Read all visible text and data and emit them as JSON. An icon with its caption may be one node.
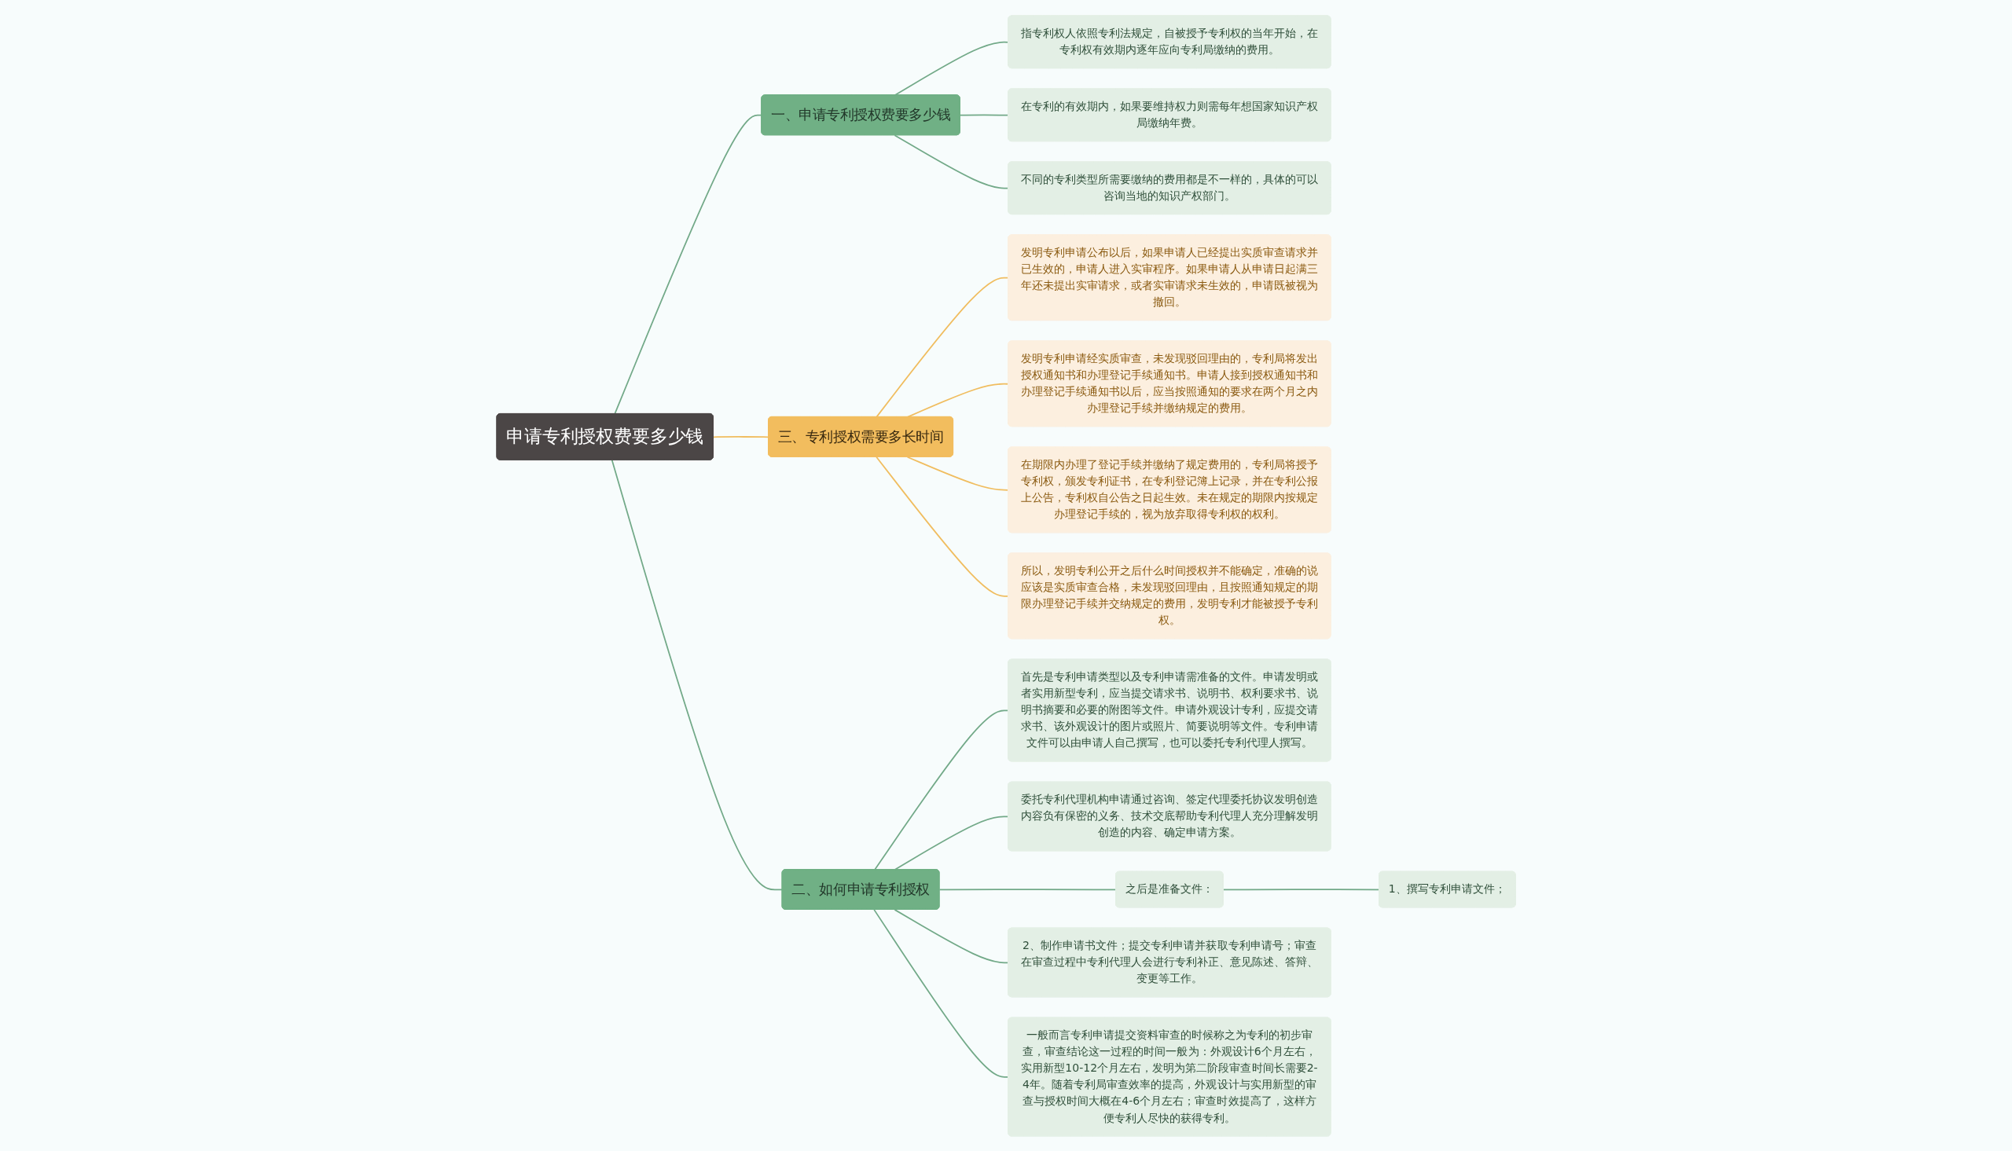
{
  "diagram": {
    "nodes": [
      {
        "text": [
          "申请专利授权费要多少钱"
        ]
      },
      {
        "text": [
          "一、申请专利授权费要多少钱"
        ]
      },
      {
        "text": [
          "指专利权人依照专利法规定，自被授予专利权的当年开始，在专利权有效期内逐年应向专利局缴纳的费用。"
        ]
      },
      {
        "text": [
          "在专利的有效期内，如果要维持权力则需每年想国家知识产权局缴纳年费。"
        ]
      },
      {
        "text": [
          "不同的专利类型所需要缴纳的费用都是不一样的，具体的可以咨询当地的知识产权部门。"
        ]
      },
      {
        "text": [
          "三、专利授权需要多长时间"
        ]
      },
      {
        "text": [
          "发明专利申请公布以后，如果申请人已经提出实质审查请求并已生效的，申请人进入实审程序。如果申请人从申请日起满三年还未提出实审请求，或者实审请求未生效的，申请既被视为撤回。"
        ]
      },
      {
        "text": [
          "发明专利申请经实质审查，未发现驳回理由的，专利局将发出授权通知书和办理登记手续通知书。申请人接到授权通知书和办理登记手续通知书以后，应当按照通知的要求在两个月之内办理登记手续并缴纳规定的费用。"
        ]
      },
      {
        "text": [
          "在期限内办理了登记手续并缴纳了规定费用的，专利局将授予专利权，颁发专利证书，在专利登记簿上记录，并在专利公报上公告，专利权自公告之日起生效。未在规定的期限内按规定办理登记手续的，视为放弃取得专利权的权利。"
        ]
      },
      {
        "text": [
          "所以，发明专利公开之后什么时间授权并不能确定，准确的说应该是实质审查合格，未发现驳回理由，且按照通知规定的期限办理登记手续并交纳规定的费用，发明专利才能被授予专利权。"
        ]
      },
      {
        "text": [
          "二、如何申请专利授权"
        ]
      },
      {
        "text": [
          "首先是专利申请类型以及专利申请需准备的文件。申请发明或者实用新型专利，应当提交请求书、说明书、权利要求书、说明书摘要和必要的附图等文件。申请外观设计专利，应提交请求书、该外观设计的图片或照片、简要说明等文件。专利申请文件可以由申请人自己撰写，也可以委托专利代理人撰写。"
        ]
      },
      {
        "text": [
          "委托专利代理机构申请通过咨询、签定代理委托协议发明创造内容负有保密的义务、技术交底帮助专利代理人充分理解发明创造的内容、确定申请方案。"
        ]
      },
      {
        "text": [
          "之后是准备文件："
        ]
      },
      {
        "text": [
          "1、撰写专利申请文件；"
        ]
      },
      {
        "text": [
          "2、制作申请书文件；提交专利申请并获取专利申请号；审查在审查过程中专利代理人会进行专利补正、意见陈述、答辩、变更等工作。"
        ]
      },
      {
        "text": [
          "一般而言专利申请提交资料审查的时候称之为专利的初步审查，审查结论这一过程的时间一般为：外观设计6个月左右，实用新型10-12个月左右，发明为第二阶段审查时间长需要2-4年。随着专利局审查效率的提高，外观设计与实用新型的审查与授权时间大概在4-6个月左右；审查时效提高了，这样方便专利人尽快的获得专利。"
        ]
      }
    ],
    "edges": [
      {
        "from": 0,
        "to": 1,
        "arrow": "none"
      },
      {
        "from": 1,
        "to": 2,
        "arrow": "none"
      },
      {
        "from": 1,
        "to": 3,
        "arrow": "none"
      },
      {
        "from": 1,
        "to": 4,
        "arrow": "none"
      },
      {
        "from": 0,
        "to": 5,
        "arrow": "none",
        "color": "#f0bd5f"
      },
      {
        "from": 5,
        "to": 6,
        "arrow": "none",
        "color": "#f0bd5f"
      },
      {
        "from": 5,
        "to": 7,
        "arrow": "none",
        "color": "#f0bd5f"
      },
      {
        "from": 5,
        "to": 8,
        "arrow": "none",
        "color": "#f0bd5f"
      },
      {
        "from": 5,
        "to": 9,
        "arrow": "none",
        "color": "#f0bd5f"
      },
      {
        "from": 0,
        "to": 10,
        "arrow": "none"
      },
      {
        "from": 10,
        "to": 11,
        "arrow": "none"
      },
      {
        "from": 10,
        "to": 12,
        "arrow": "none"
      },
      {
        "from": 10,
        "to": 13,
        "arrow": "none"
      },
      {
        "from": 13,
        "to": 14,
        "arrow": "none"
      },
      {
        "from": 10,
        "to": 15,
        "arrow": "none"
      },
      {
        "from": 10,
        "to": 16,
        "arrow": "none"
      }
    ]
  }
}
